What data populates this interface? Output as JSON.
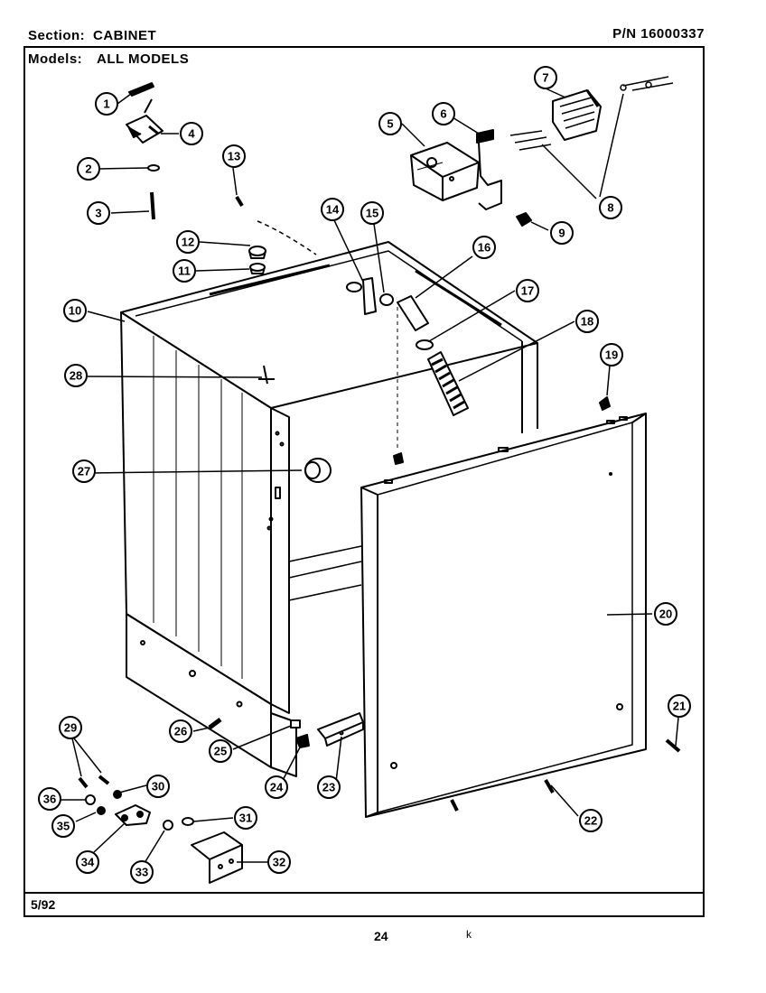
{
  "header": {
    "section_label": "Section:",
    "section_value": "CABINET",
    "part_number": "P/N 16000337",
    "models_label": "Models:",
    "models_value": "ALL MODELS"
  },
  "footer": {
    "date": "5/92",
    "page_number": "24",
    "stray_mark": "k"
  },
  "callouts": [
    "1",
    "2",
    "3",
    "4",
    "5",
    "6",
    "7",
    "8",
    "9",
    "10",
    "11",
    "12",
    "13",
    "14",
    "15",
    "16",
    "17",
    "18",
    "19",
    "20",
    "21",
    "22",
    "23",
    "24",
    "25",
    "26",
    "27",
    "28",
    "29",
    "30",
    "31",
    "32",
    "33",
    "34",
    "35",
    "36"
  ]
}
